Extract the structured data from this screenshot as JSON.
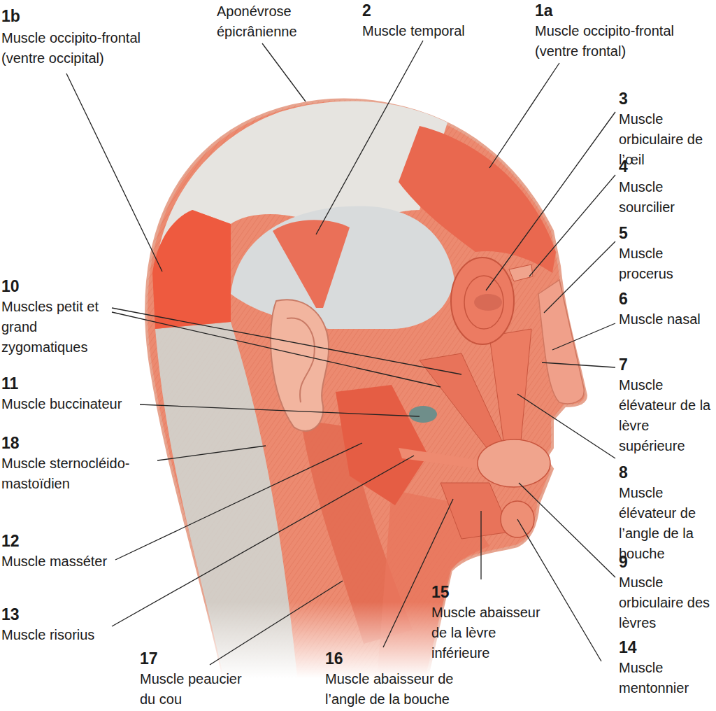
{
  "diagram": {
    "labels": [
      "1b",
      "Muscle occipito-frontal (ventre occipital)",
      "Aponévrose épicrânienne",
      "2",
      "Muscle temporal",
      "1a",
      "Muscle occipito-frontal (ventre frontal)",
      "3",
      "Muscle orbiculaire de l’œil",
      "4",
      "Muscle sourcilier",
      "5",
      "Muscle procerus",
      "6",
      "Muscle nasal",
      "7",
      "Muscle élévateur de la lèvre supérieure",
      "8",
      "Muscle élévateur de l’angle de la bouche",
      "9",
      "Muscle orbiculaire des lèvres",
      "14",
      "Muscle mentonnier",
      "10",
      "Muscles petit et grand zygomatiques",
      "11",
      "Muscle buccinateur",
      "18",
      "Muscle sternocléido-mastoïdien",
      "12",
      "Muscle masséter",
      "13",
      "Muscle risorius",
      "17",
      "Muscle peaucier du cou",
      "16",
      "Muscle abaisseur de l’angle de la bouche",
      "15",
      "Muscle abaisseur de la lèvre inférieure"
    ]
  }
}
